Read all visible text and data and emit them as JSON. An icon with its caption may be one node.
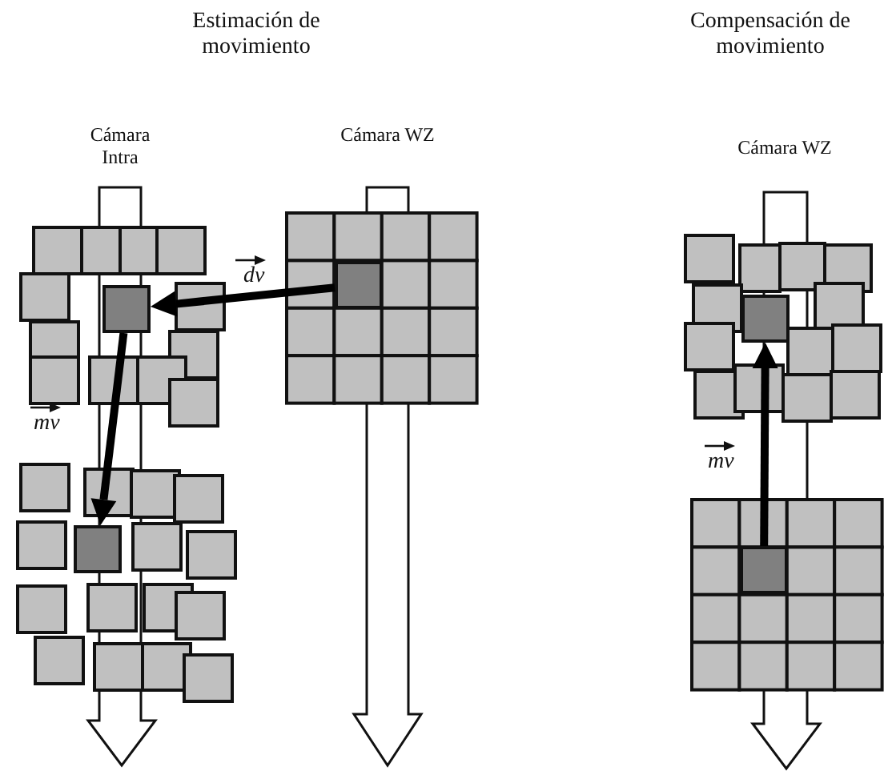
{
  "diagram": {
    "nodes": [
      {
        "text": [],
        "shape": "box"
      },
      {
        "text": [],
        "shape": "box"
      },
      {
        "text": [],
        "shape": "box"
      },
      {
        "text": [],
        "shape": "box"
      },
      {
        "text": [],
        "shape": "box"
      }
    ],
    "edges": [
      {
        "from": 0,
        "to": 1,
        "arrow": "to"
      },
      {
        "from": 1,
        "to": 2,
        "arrow": "to"
      },
      {
        "from": 3,
        "to": 4,
        "arrow": "to"
      }
    ],
    "labels": [
      "Estimación de movimiento",
      "Cámara Intra",
      "Cámara WZ",
      "dv",
      "mv",
      "Compensación de movimiento",
      "Cámara WZ",
      "mv"
    ]
  }
}
